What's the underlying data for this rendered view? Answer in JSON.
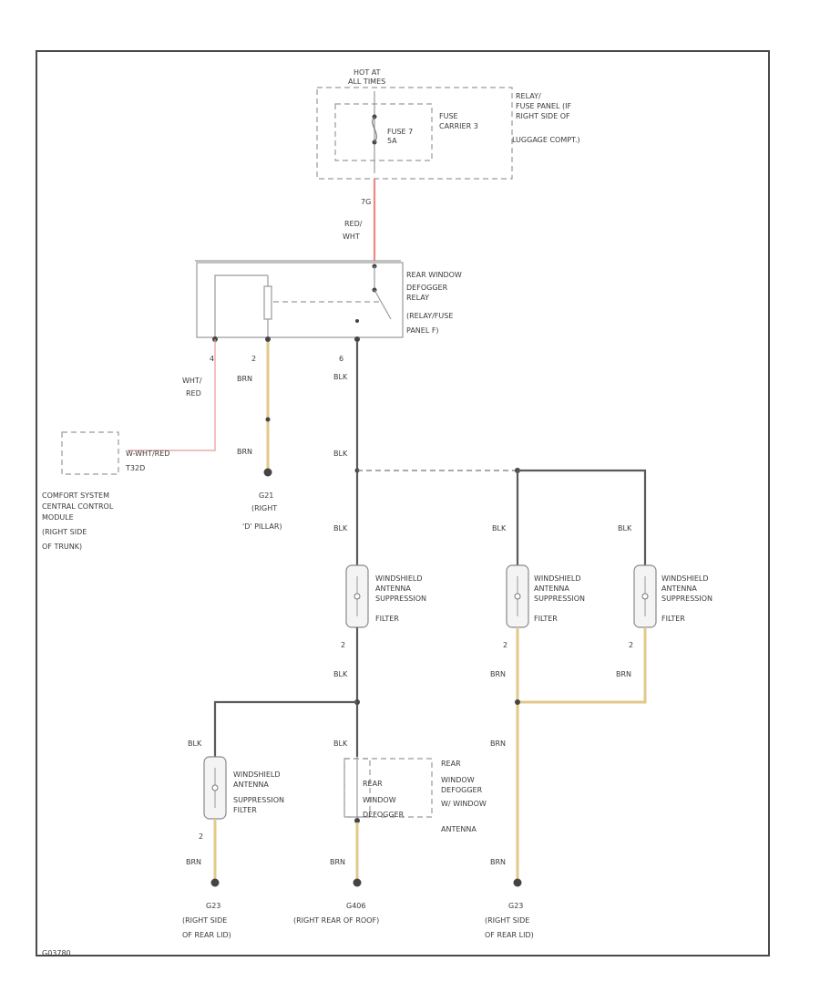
{
  "figure_id": "G03780",
  "fuse_panel": {
    "hot_label": [
      "HOT AT",
      "ALL TIMES"
    ],
    "fuse_label": [
      "FUSE 7",
      "5A"
    ],
    "carrier_label": [
      "FUSE",
      "CARRIER 3"
    ],
    "relay_panel_label": [
      "RELAY/",
      "FUSE PANEL (IF",
      "RIGHT SIDE OF",
      "LUGGAGE COMPT.)"
    ],
    "pin": "7G"
  },
  "feed_wire": {
    "color_label": [
      "RED/",
      "WHT"
    ]
  },
  "relay": {
    "label": [
      "REAR WINDOW",
      "DEFOGGER",
      "RELAY",
      "(RELAY/FUSE",
      "PANEL F)"
    ],
    "pins": [
      "4",
      "2",
      "6"
    ]
  },
  "wires": {
    "wht_red": [
      "WHT/",
      "RED"
    ],
    "brn": "BRN",
    "blk": "BLK",
    "ccm_wire": "W-WHT/RED"
  },
  "ccm": {
    "connector": "T32D",
    "label": [
      "COMFORT SYSTEM",
      "CENTRAL CONTROL",
      "MODULE",
      "(RIGHT SIDE",
      "OF TRUNK)"
    ]
  },
  "ground_g21": {
    "id": "G21",
    "location": [
      "(RIGHT",
      "'D' PILLAR)"
    ]
  },
  "filter_label": [
    "WINDSHIELD",
    "ANTENNA",
    "SUPPRESSION",
    "FILTER"
  ],
  "filter_pin": "2",
  "defogger": {
    "label": [
      "REAR",
      "WINDOW",
      "DEFOGGER"
    ],
    "antenna_label": [
      "REAR",
      "WINDOW",
      "DEFOGGER",
      "W/ WINDOW",
      "ANTENNA"
    ]
  },
  "grounds": [
    {
      "id": "G23",
      "location": [
        "(RIGHT SIDE",
        "OF REAR LID)"
      ]
    },
    {
      "id": "G406",
      "location": [
        "(RIGHT REAR OF ROOF)"
      ]
    },
    {
      "id": "G23",
      "location": [
        "(RIGHT SIDE",
        "OF REAR LID)"
      ]
    }
  ]
}
